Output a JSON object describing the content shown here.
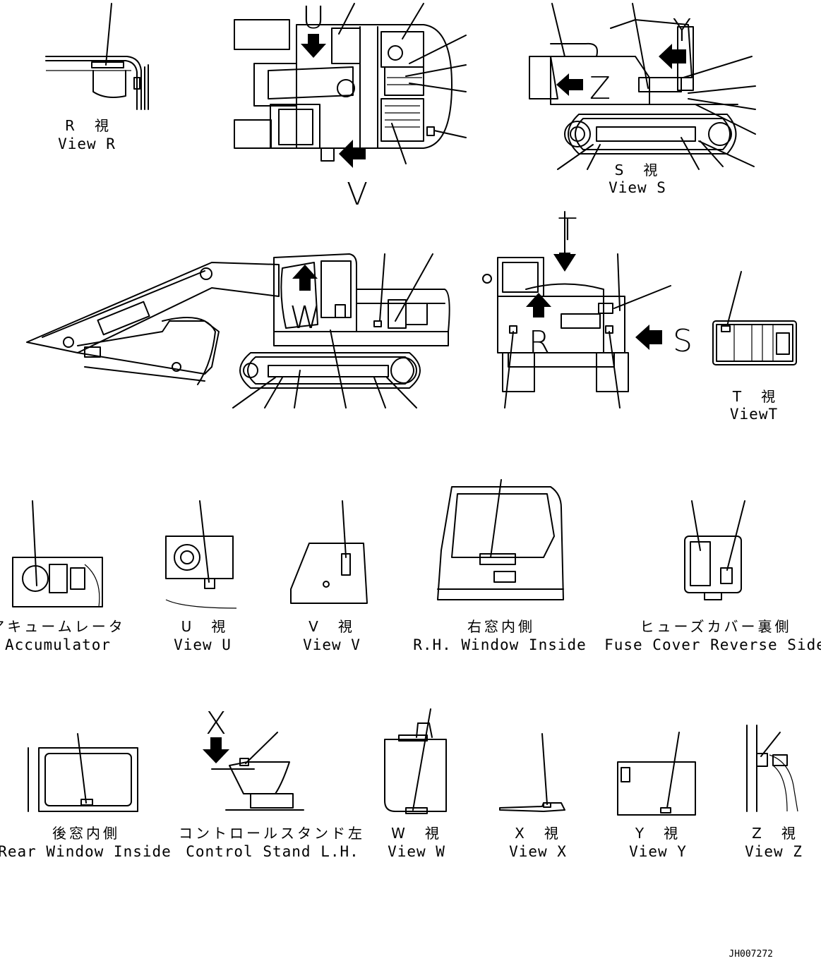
{
  "letters": {
    "U": "U",
    "V": "V",
    "Y": "Y",
    "Z": "Z",
    "T": "T",
    "W": "W",
    "R": "R",
    "S": "S",
    "X": "X"
  },
  "views": {
    "r": {
      "jp": "R　視",
      "en": "View R"
    },
    "s": {
      "jp": "S　視",
      "en": "View S"
    },
    "t": {
      "jp": "T　視",
      "en": "ViewT"
    },
    "acc": {
      "jp": "アキュームレータ",
      "en": "Accumulator"
    },
    "u": {
      "jp": "U　視",
      "en": "View U"
    },
    "v": {
      "jp": "V　視",
      "en": "View V"
    },
    "rh": {
      "jp": "右窓内側",
      "en": "R.H. Window Inside"
    },
    "fuse": {
      "jp": "ヒューズカバー裏側",
      "en": "Fuse Cover Reverse Side"
    },
    "rear": {
      "jp": "後窓内側",
      "en": "Rear Window Inside"
    },
    "cs": {
      "jp": "コントロールスタンド左",
      "en": "Control Stand L.H."
    },
    "w": {
      "jp": "W　視",
      "en": "View W"
    },
    "x": {
      "jp": "X　視",
      "en": "View X"
    },
    "y": {
      "jp": "Y　視",
      "en": "View Y"
    },
    "z": {
      "jp": "Z　視",
      "en": "View Z"
    }
  },
  "drawing_code": "JH007272"
}
